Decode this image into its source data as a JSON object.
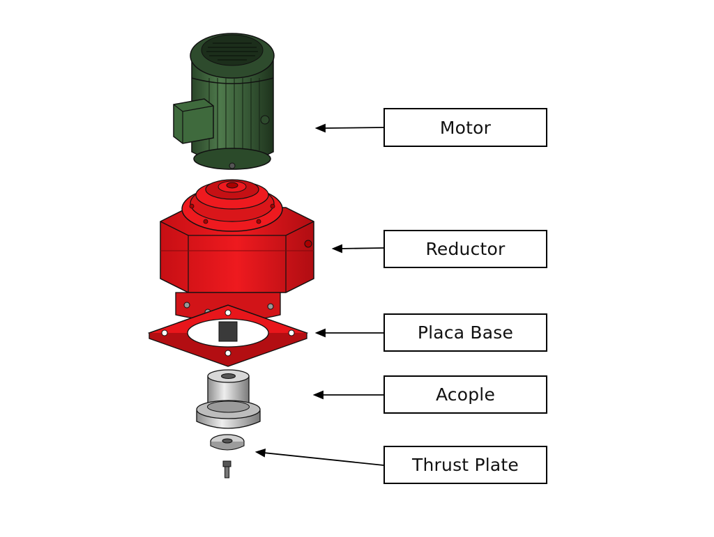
{
  "diagram": {
    "labels": {
      "motor": "Motor",
      "reductor": "Reductor",
      "placa_base": "Placa Base",
      "acople": "Acople",
      "thrust_plate": "Thrust Plate"
    },
    "colors": {
      "motor": "#3b5e3a",
      "motor_dark": "#233b22",
      "reductor": "#e8161b",
      "reductor_dark": "#a80e12",
      "acople": "#c8c8c8",
      "steel_dark": "#7a7a7a",
      "label_border": "#000000"
    }
  }
}
